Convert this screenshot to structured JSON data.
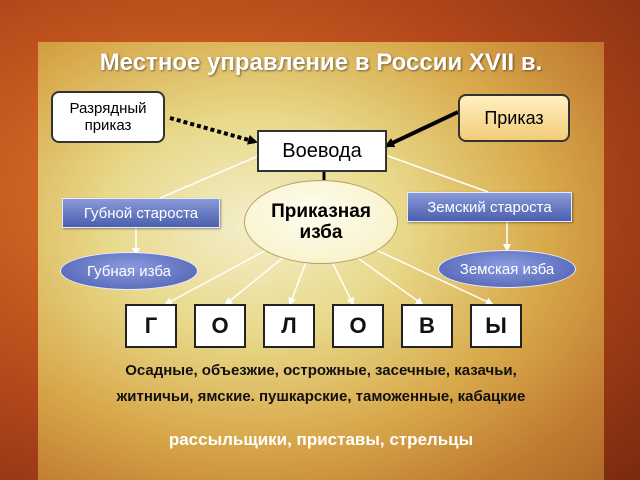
{
  "title": "Местное управление в России XVII в.",
  "razryadny_prikaz": "Разрядный приказ",
  "prikaz": "Приказ",
  "voevoda": "Воевода",
  "prikaznaya_izba": "Приказная изба",
  "gubnoy_starosta": "Губной староста",
  "zemsky_starosta": "Земский староста",
  "gubnaya_izba": "Губная изба",
  "zemskaya_izba": "Земская изба",
  "golovy_letters": [
    "Г",
    "О",
    "Л",
    "О",
    "В",
    "Ы"
  ],
  "text_line_1": "Осадные, объезжие, острожные, засечные, казачьи,",
  "text_line_2": "житничьи, ямские. пушкарские, таможенные, кабацкие",
  "footer": "рассыльщики, приставы, стрельцы"
}
